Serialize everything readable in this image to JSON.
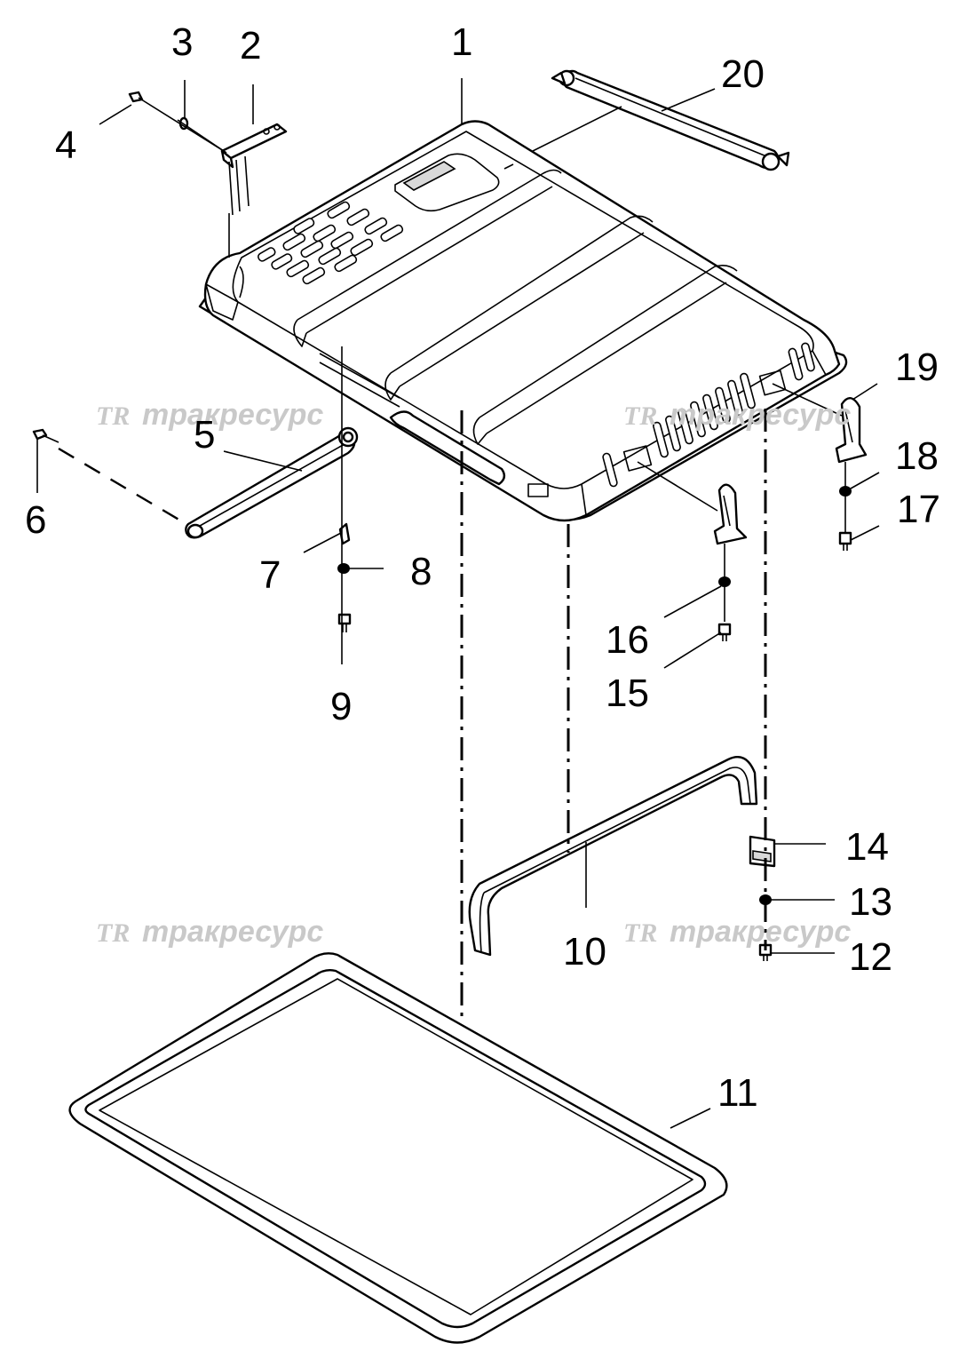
{
  "callouts": {
    "c1": "1",
    "c2": "2",
    "c3": "3",
    "c4": "4",
    "c5": "5",
    "c6": "6",
    "c7": "7",
    "c8": "8",
    "c9": "9",
    "c10": "10",
    "c11": "11",
    "c12": "12",
    "c13": "13",
    "c14": "14",
    "c15": "15",
    "c16": "16",
    "c17": "17",
    "c18": "18",
    "c19": "19",
    "c20": "20"
  },
  "watermark": {
    "logo": "TR",
    "text": "тракресурс"
  },
  "colors": {
    "line": "#000000",
    "watermark": "#c9c9c9",
    "background": "#ffffff"
  }
}
